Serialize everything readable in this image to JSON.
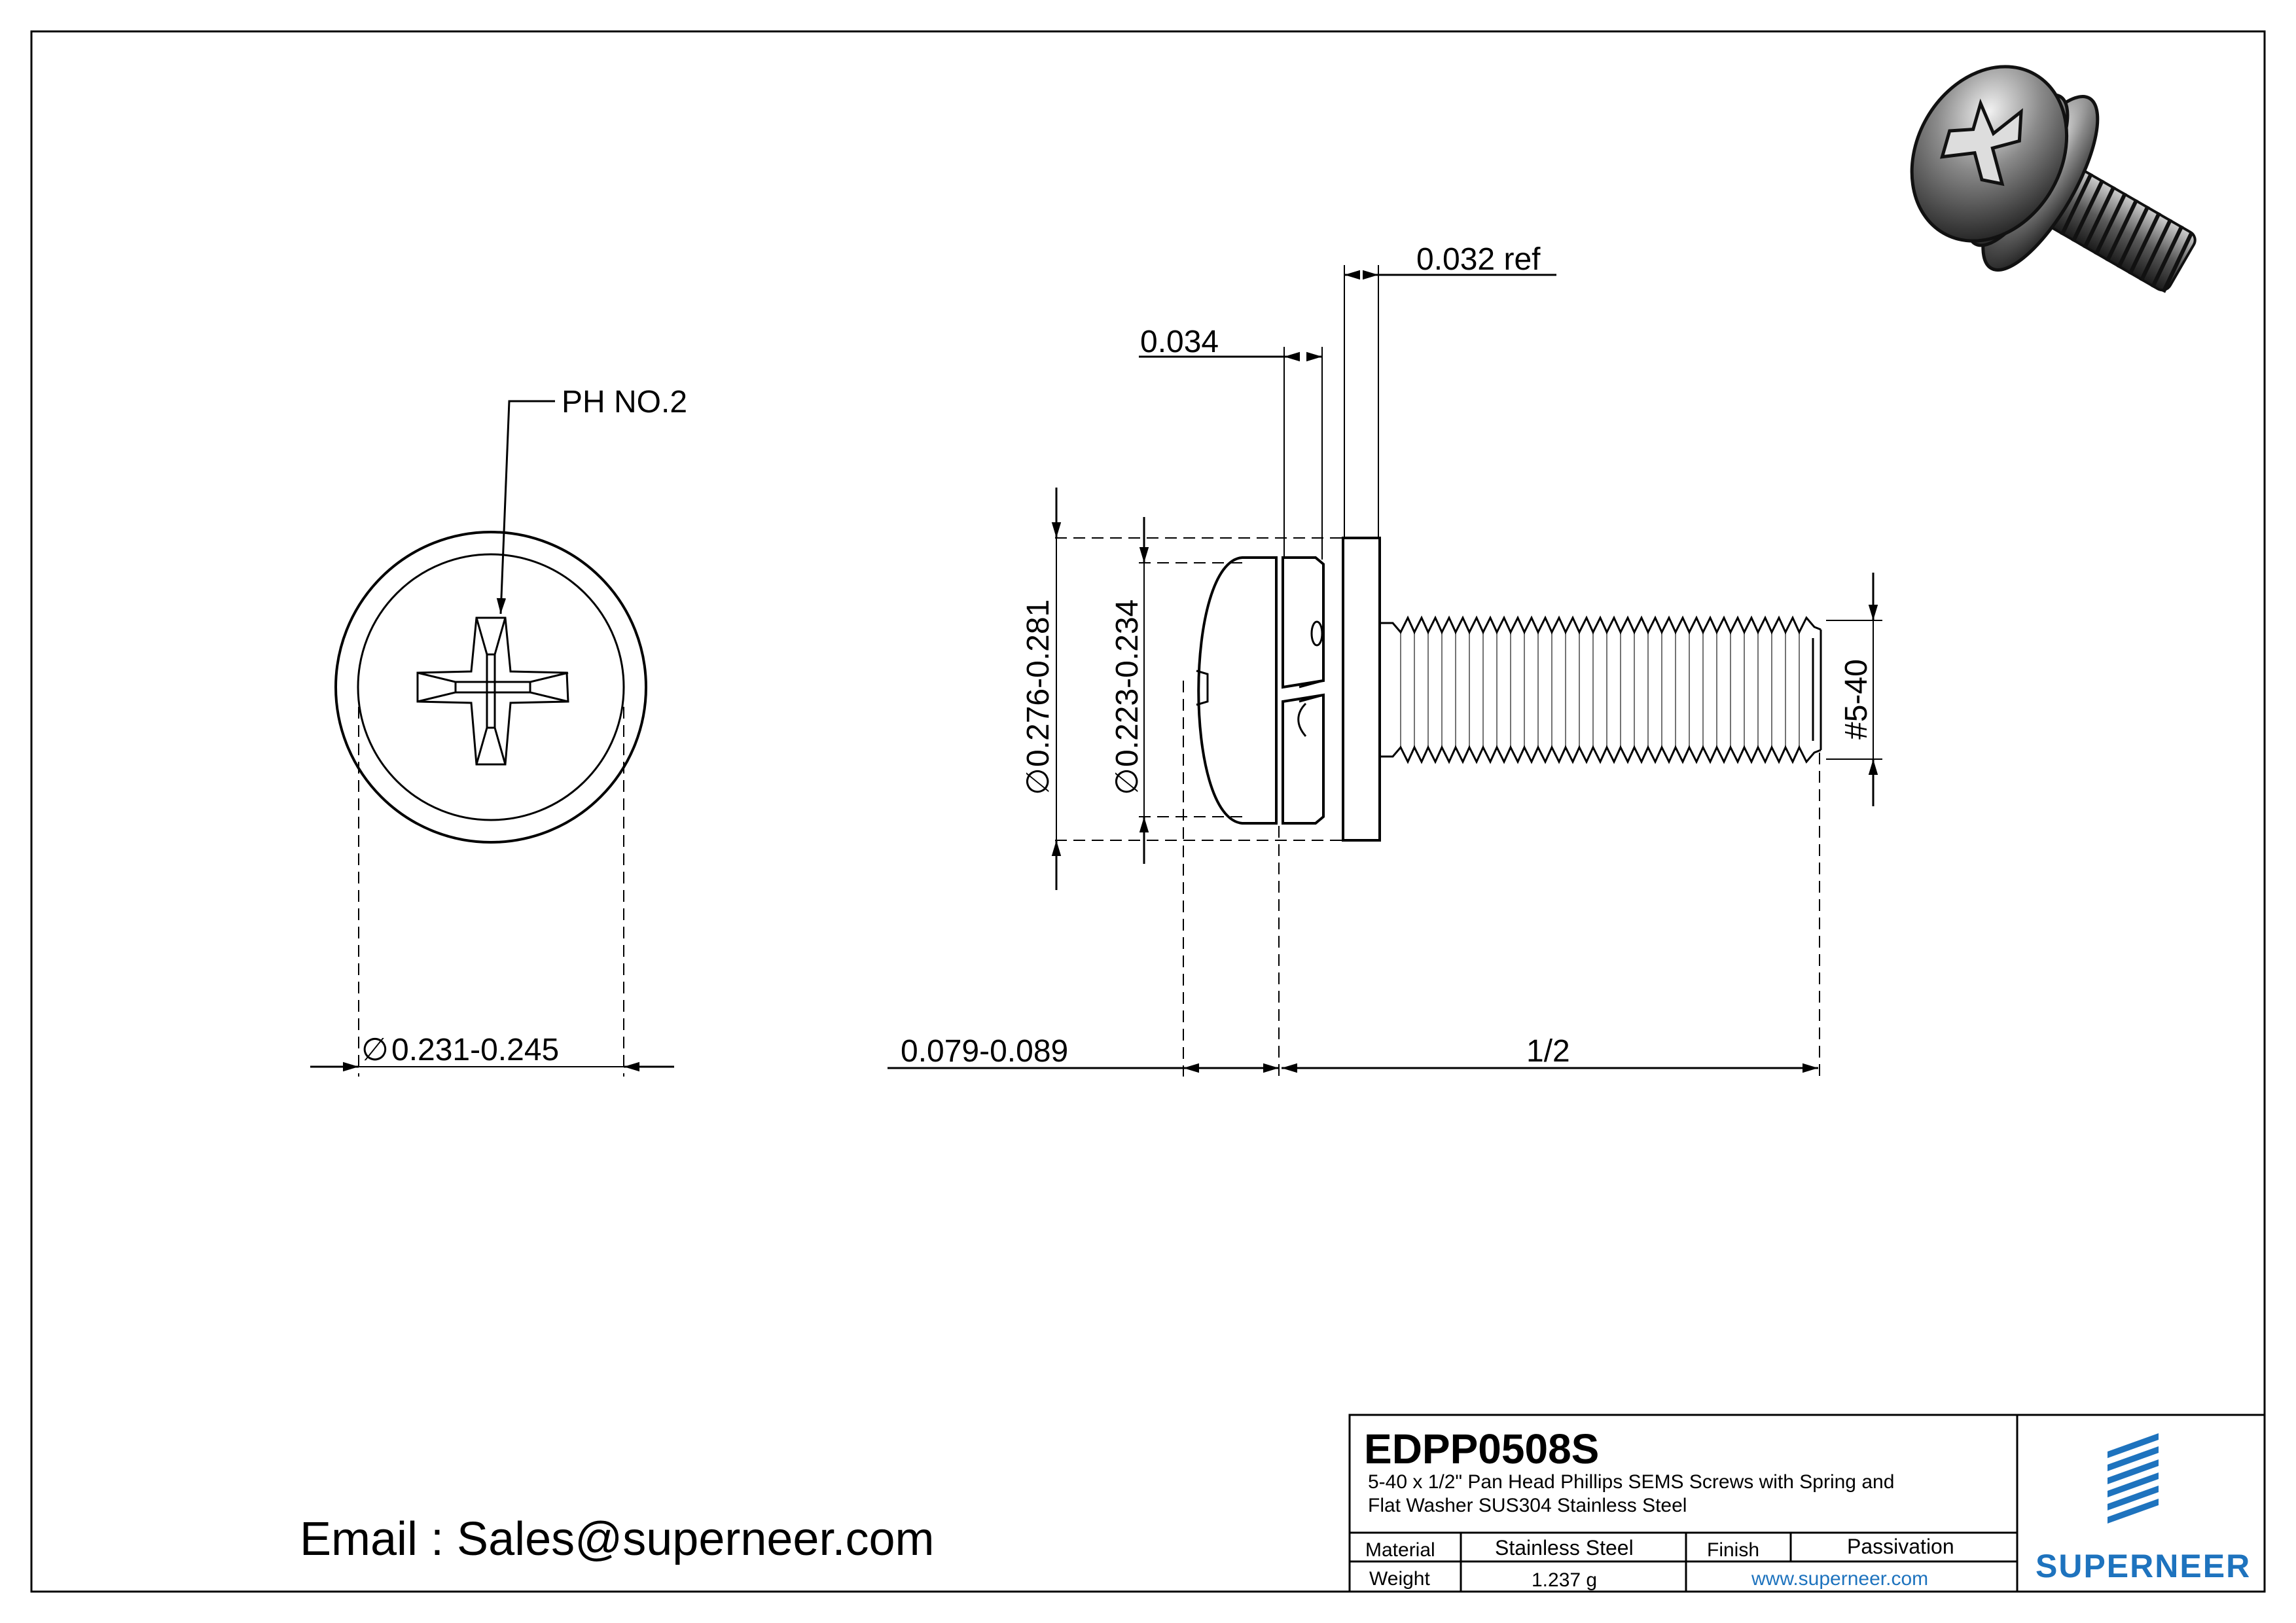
{
  "drawing": {
    "callout_recess": "PH NO.2",
    "dim_top_diameter": "0.231-0.245",
    "dim_washer_diameter": "0.276-0.281",
    "dim_head_diameter": "0.223-0.234",
    "dim_washer_thickness": "0.034",
    "dim_flat_washer_thickness": "0.032 ref",
    "dim_head_height": "0.079-0.089",
    "dim_length": "1/2",
    "dim_thread": "#5-40",
    "diameter_symbol": "∅"
  },
  "contact": {
    "email_text": "Email : Sales@superneer.com"
  },
  "title_block": {
    "part_number": "EDPP0508S",
    "description_line1": "5-40 x 1/2\" Pan Head Phillips SEMS Screws with Spring and",
    "description_line2": "Flat Washer SUS304 Stainless Steel",
    "material_label": "Material",
    "material_value": "Stainless Steel",
    "finish_label": "Finish",
    "finish_value": "Passivation",
    "weight_label": "Weight",
    "weight_value": "1.237 g",
    "website": "www.superneer.com",
    "brand": "SUPERNEER",
    "brand_color": "#1e73be"
  }
}
